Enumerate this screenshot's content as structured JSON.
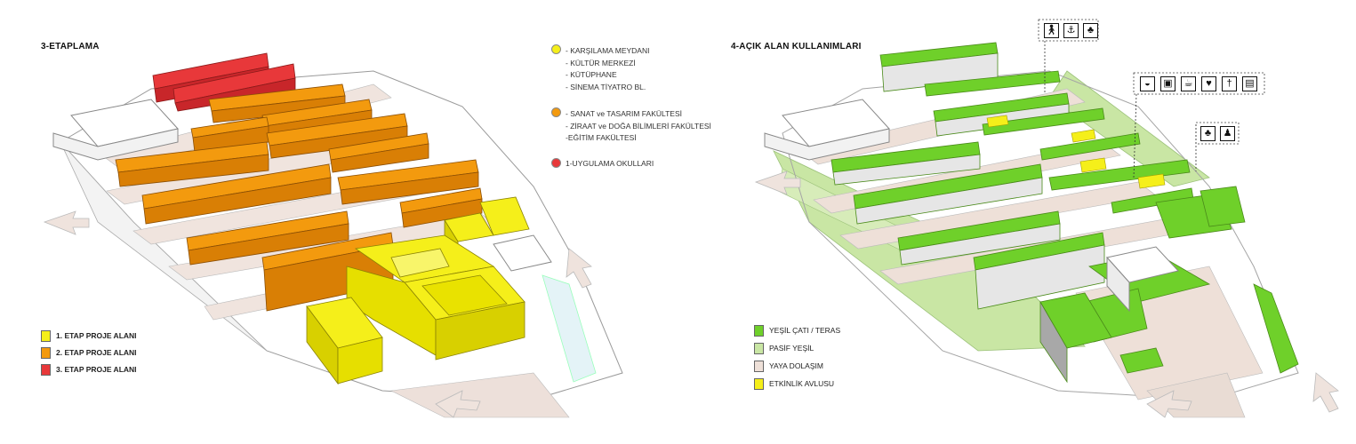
{
  "left_panel": {
    "title": "3-ETAPLAMA",
    "key": [
      {
        "color": "#f5ef1a",
        "lines": [
          "- KARŞILAMA MEYDANI",
          "- KÜLTÜR MERKEZİ",
          "- KÜTÜPHANE",
          "- SİNEMA TİYATRO BL."
        ]
      },
      {
        "color": "#f39a0e",
        "lines": [
          "- SANAT ve TASARIM FAKÜLTESİ",
          "- ZİRAAT ve DOĞA BİLİMLERİ FAKÜLTESİ",
          "-EĞİTİM FAKÜLTESİ"
        ]
      },
      {
        "color": "#e8383a",
        "lines": [
          "1-UYGULAMA OKULLARI"
        ]
      }
    ],
    "legend": [
      {
        "label": "1. ETAP PROJE ALANI",
        "color": "#f5ef1a"
      },
      {
        "label": "2. ETAP PROJE ALANI",
        "color": "#f39a0e"
      },
      {
        "label": "3. ETAP PROJE ALANI",
        "color": "#e8383a"
      }
    ]
  },
  "right_panel": {
    "title": "4-AÇIK ALAN KULLANIMLARI",
    "legend": [
      {
        "label": "YEŞİL ÇATI / TERAS",
        "color": "#6fd02a"
      },
      {
        "label": "PASİF YEŞİL",
        "color": "#c9e6a4"
      },
      {
        "label": "YAYA DOLAŞIM",
        "color": "#eee0d8"
      },
      {
        "label": "ETKİNLİK AVLUSU",
        "color": "#f5ef1a"
      }
    ],
    "icon_groups": [
      {
        "icons": [
          "walking-icon",
          "bench-icon",
          "tree-icon"
        ]
      },
      {
        "icons": [
          "food-icon",
          "shop-icon",
          "cafe-icon",
          "sitting-icon",
          "restaurant-icon",
          "vending-icon"
        ]
      },
      {
        "icons": [
          "tree-icon",
          "family-icon"
        ]
      }
    ]
  },
  "colors": {
    "yellow": "#f5ef1a",
    "orange": "#f39a0e",
    "red": "#e8383a",
    "green_roof": "#6fd02a",
    "passive_green": "#c9e6a4",
    "pedestrian": "#eee0d8"
  }
}
